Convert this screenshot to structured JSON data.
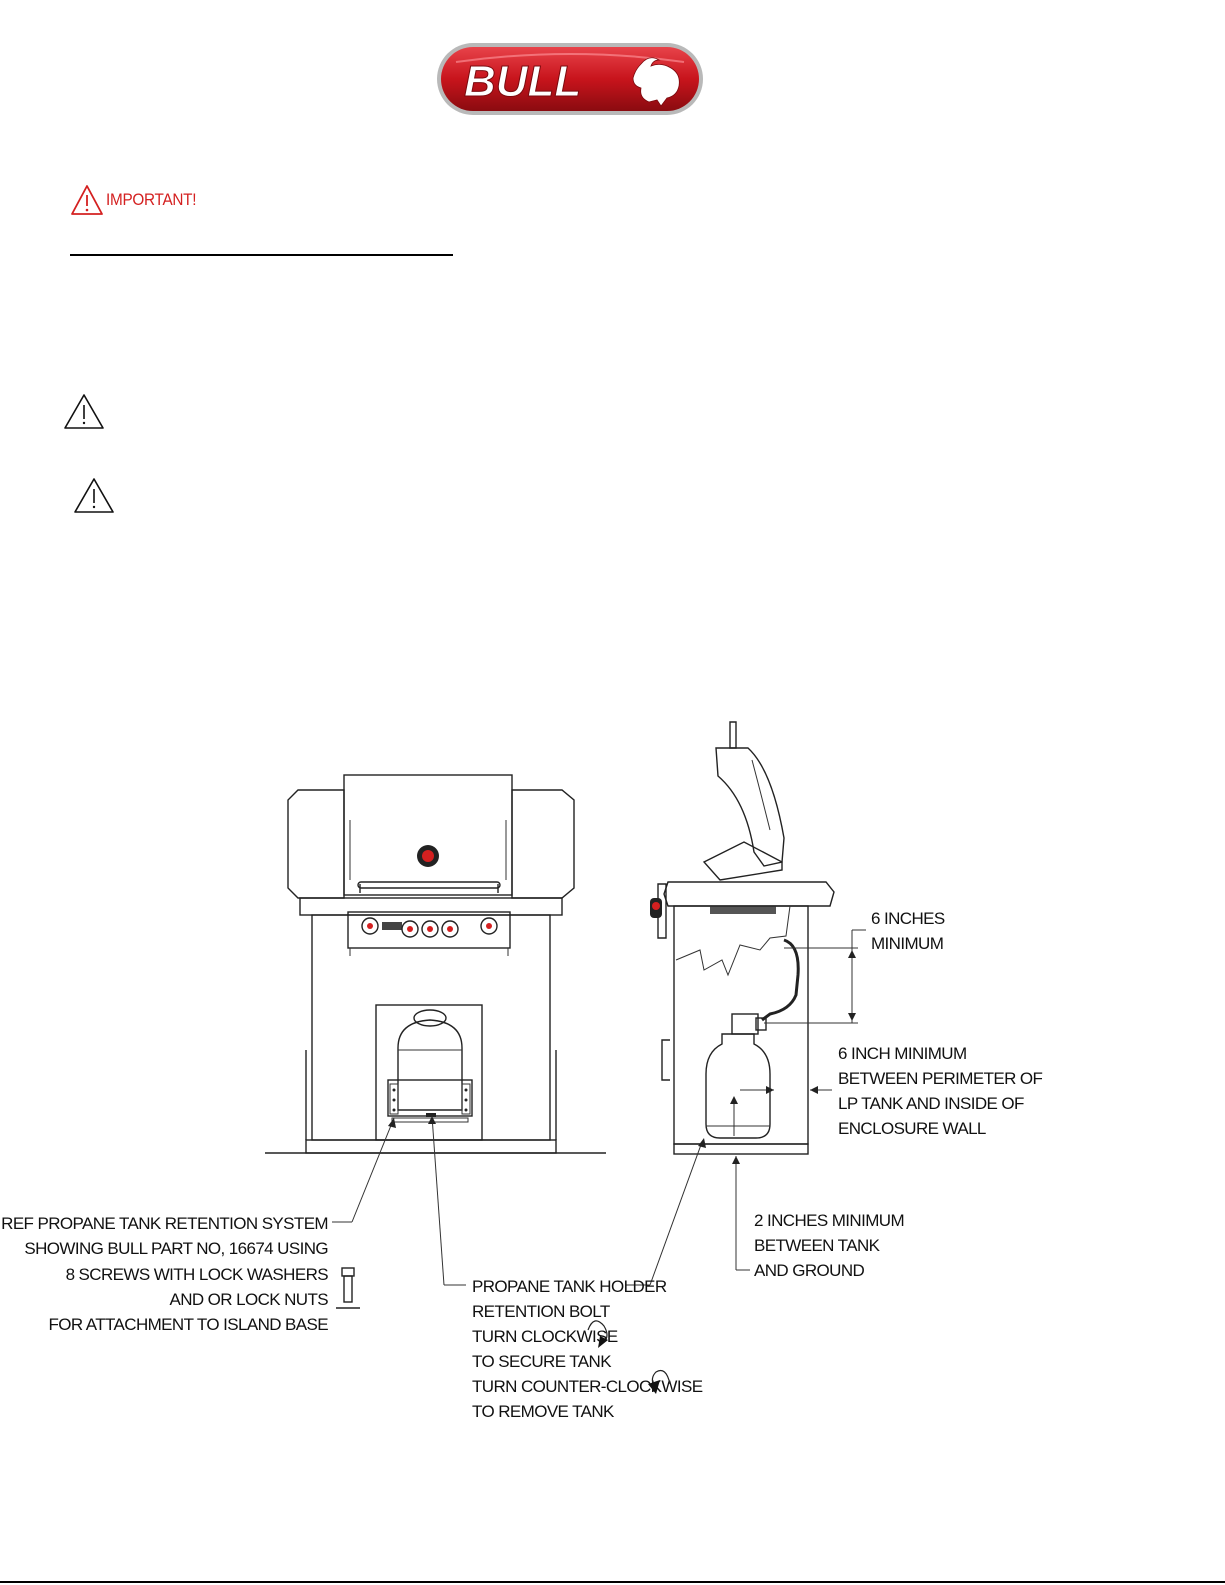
{
  "logo": {
    "text": "BULL"
  },
  "header": {
    "important_label": "IMPORTANT!"
  },
  "colors": {
    "brand_red": "#c8141c",
    "warning_red": "#d42020",
    "line": "#222222"
  },
  "diagram": {
    "clearance_top_line1": "6 INCHES",
    "clearance_top_line2": "MINIMUM",
    "perimeter_line1": "6 INCH MINIMUM",
    "perimeter_line2": "BETWEEN PERIMETER OF",
    "perimeter_line3": "LP TANK AND INSIDE OF",
    "perimeter_line4": "ENCLOSURE WALL",
    "ground_line1": "2 INCHES MINIMUM",
    "ground_line2": "BETWEEN TANK",
    "ground_line3": "AND GROUND",
    "ref_line1": "REF PROPANE TANK RETENTION SYSTEM",
    "ref_line2": "SHOWING BULL PART NO, 16674 USING",
    "ref_line3": "8 SCREWS WITH LOCK WASHERS",
    "ref_line4": "AND OR LOCK NUTS",
    "ref_line5": "FOR ATTACHMENT TO ISLAND BASE",
    "holder_line1": "PROPANE TANK HOLDER",
    "holder_line2": "RETENTION BOLT",
    "holder_line3": "TURN CLOCKWISE",
    "holder_line4": "TO SECURE TANK",
    "holder_line5": "TURN COUNTER-CLOCKWISE",
    "holder_line6": "TO REMOVE TANK"
  }
}
